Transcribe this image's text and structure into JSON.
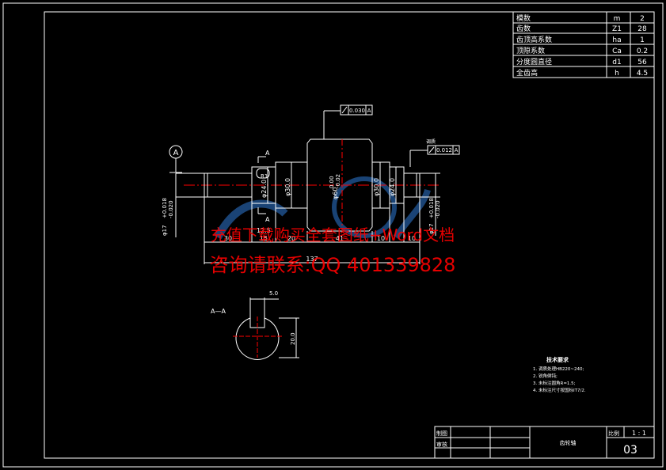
{
  "params_table": [
    {
      "name": "模数",
      "symbol": "m",
      "value": "2"
    },
    {
      "name": "齿数",
      "symbol": "Z1",
      "value": "28"
    },
    {
      "name": "齿顶高系数",
      "symbol": "ha",
      "value": "1"
    },
    {
      "name": "顶隙系数",
      "symbol": "Ca",
      "value": "0.2"
    },
    {
      "name": "分度圆直径",
      "symbol": "d1",
      "value": "56"
    },
    {
      "name": "全齿高",
      "symbol": "h",
      "value": "4.5"
    }
  ],
  "datum_label": "A",
  "section_label": "A",
  "section_view_label": "A—A",
  "tolerance_top": "0.030",
  "tolerance_top_ref": "A",
  "tolerance_right": "0.012",
  "tolerance_right_ref": "A",
  "surface_note": "调质",
  "dimensions": {
    "left_diameter_upper": "+0.018",
    "left_diameter_lower": "-0.020",
    "left_diameter_base": "φ17",
    "right_diameter_upper": "+0.018",
    "right_diameter_lower": "-0.020",
    "right_diameter_base": "φ17",
    "d_step1": "φ24.0",
    "d_step2": "φ30.0",
    "d_step3": "φ30.0",
    "d_step4": "φ24.0",
    "gear_od": "φ60",
    "gear_tol_upper": "0.00",
    "gear_tol_lower": "-0.02",
    "radius": "R1",
    "chamfer": "12.5",
    "lengths": [
      "30",
      "15",
      "20",
      "41",
      "10",
      "10"
    ],
    "total_length": "137",
    "key_width": "5.0",
    "key_depth": "20.0"
  },
  "watermark": {
    "line1": "充值下载购买全套图纸+Word文档",
    "line2": "咨询请联系:QQ 401339828"
  },
  "tech_requirements": {
    "title": "技术要求",
    "items": [
      "1. 调质处理HB220~240;",
      "2. 锐角倒钝;",
      "3. 未标注圆角R=1.5;",
      "4. 未标注尺寸按国标IT7/2."
    ]
  },
  "title_block": {
    "drawn_label": "制图",
    "checked_label": "审核",
    "part_name": "齿轮轴",
    "scale_label": "比例",
    "scale_value": "1 : 1",
    "drawing_no": "03"
  },
  "colors": {
    "line": "#ffffff",
    "center_line": "#ff0000",
    "watermark": "#ff0000",
    "watermark_logo": "#1e4f8a"
  }
}
